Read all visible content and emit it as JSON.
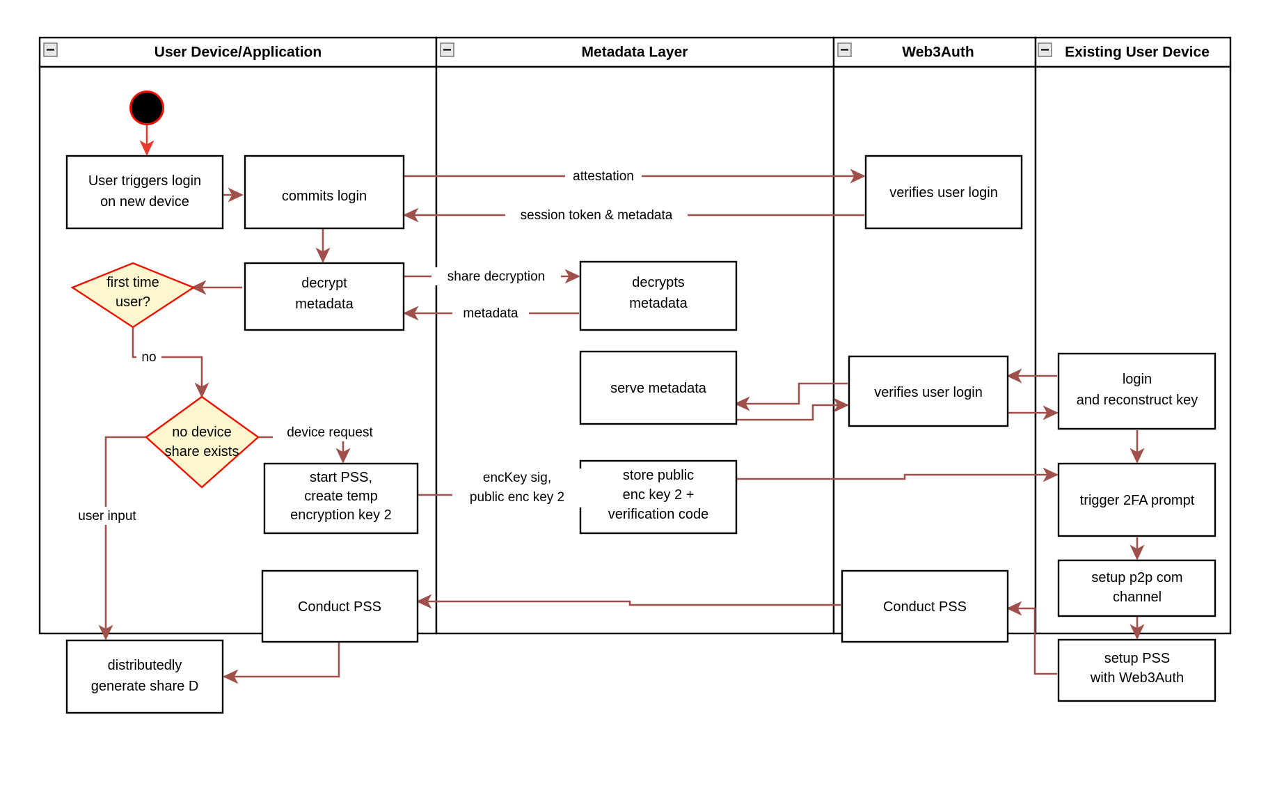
{
  "diagram": {
    "title": "Web3Auth new-device login swimlane flowchart",
    "type": "swimlane-activity-diagram",
    "colors": {
      "flow_arrow": "#a0504a",
      "start_arrow": "#e8392c",
      "decision_fill": "#fcf7ce",
      "decision_stroke": "#ee1100",
      "node_stroke": "#000000",
      "node_fill": "#ffffff",
      "lane_stroke": "#000000",
      "collapse_fill": "#e8e8e8"
    },
    "lanes": [
      {
        "id": "lane-user-device",
        "label": "User Device/Application",
        "collapse_icon": "minus-icon"
      },
      {
        "id": "lane-metadata",
        "label": "Metadata Layer",
        "collapse_icon": "minus-icon"
      },
      {
        "id": "lane-web3auth",
        "label": "Web3Auth",
        "collapse_icon": "minus-icon"
      },
      {
        "id": "lane-existing-device",
        "label": "Existing User Device",
        "collapse_icon": "minus-icon"
      }
    ],
    "nodes": [
      {
        "id": "start",
        "type": "start",
        "lane": "lane-user-device",
        "label": ""
      },
      {
        "id": "user-triggers-login",
        "type": "action",
        "lane": "lane-user-device",
        "lines": [
          "User triggers login",
          "on new device"
        ]
      },
      {
        "id": "commits-login",
        "type": "action",
        "lane": "lane-user-device",
        "lines": [
          "commits login"
        ]
      },
      {
        "id": "decrypt-metadata",
        "type": "action",
        "lane": "lane-user-device",
        "lines": [
          "decrypt",
          "metadata"
        ]
      },
      {
        "id": "first-time-user",
        "type": "decision",
        "lane": "lane-user-device",
        "lines": [
          "first time",
          "user?"
        ]
      },
      {
        "id": "no-device-share-exists",
        "type": "decision",
        "lane": "lane-user-device",
        "lines": [
          "no device",
          "share exists"
        ]
      },
      {
        "id": "start-pss",
        "type": "action",
        "lane": "lane-user-device",
        "lines": [
          "start PSS,",
          "create temp",
          "encryption key 2"
        ]
      },
      {
        "id": "conduct-pss-user",
        "type": "action",
        "lane": "lane-user-device",
        "lines": [
          "Conduct PSS"
        ]
      },
      {
        "id": "distributedly-generate-share-d",
        "type": "action",
        "lane": "lane-user-device",
        "lines": [
          "distributedly",
          "generate share D"
        ]
      },
      {
        "id": "decrypts-metadata",
        "type": "action",
        "lane": "lane-metadata",
        "lines": [
          "decrypts",
          "metadata"
        ]
      },
      {
        "id": "serve-metadata",
        "type": "action",
        "lane": "lane-metadata",
        "lines": [
          "serve metadata"
        ]
      },
      {
        "id": "store-public-enc-key",
        "type": "action",
        "lane": "lane-metadata",
        "lines": [
          "store public",
          "enc key 2 +",
          "verification code"
        ]
      },
      {
        "id": "verifies-user-login-1",
        "type": "action",
        "lane": "lane-web3auth",
        "lines": [
          "verifies user login"
        ]
      },
      {
        "id": "verifies-user-login-2",
        "type": "action",
        "lane": "lane-web3auth",
        "lines": [
          "verifies user login"
        ]
      },
      {
        "id": "conduct-pss-web3auth",
        "type": "action",
        "lane": "lane-web3auth",
        "lines": [
          "Conduct PSS"
        ]
      },
      {
        "id": "login-and-reconstruct-key",
        "type": "action",
        "lane": "lane-existing-device",
        "lines": [
          "login",
          "and reconstruct key"
        ]
      },
      {
        "id": "trigger-2fa-prompt",
        "type": "action",
        "lane": "lane-existing-device",
        "lines": [
          "trigger 2FA prompt"
        ]
      },
      {
        "id": "setup-p2p-com-channel",
        "type": "action",
        "lane": "lane-existing-device",
        "lines": [
          "setup p2p com",
          "channel"
        ]
      },
      {
        "id": "setup-pss-with-web3auth",
        "type": "action",
        "lane": "lane-existing-device",
        "lines": [
          "setup PSS",
          "with Web3Auth"
        ]
      }
    ],
    "edge_labels": [
      {
        "id": "attestation",
        "text": "attestation"
      },
      {
        "id": "session-token-metadata",
        "text": "session token & metadata"
      },
      {
        "id": "share-decryption",
        "text": "share decryption"
      },
      {
        "id": "metadata",
        "text": "metadata"
      },
      {
        "id": "no",
        "text": "no"
      },
      {
        "id": "device-request",
        "text": "device request"
      },
      {
        "id": "user-input",
        "text": "user input"
      },
      {
        "id": "enc-key-line1",
        "text": "encKey sig,"
      },
      {
        "id": "enc-key-line2",
        "text": "public enc key 2"
      }
    ]
  }
}
